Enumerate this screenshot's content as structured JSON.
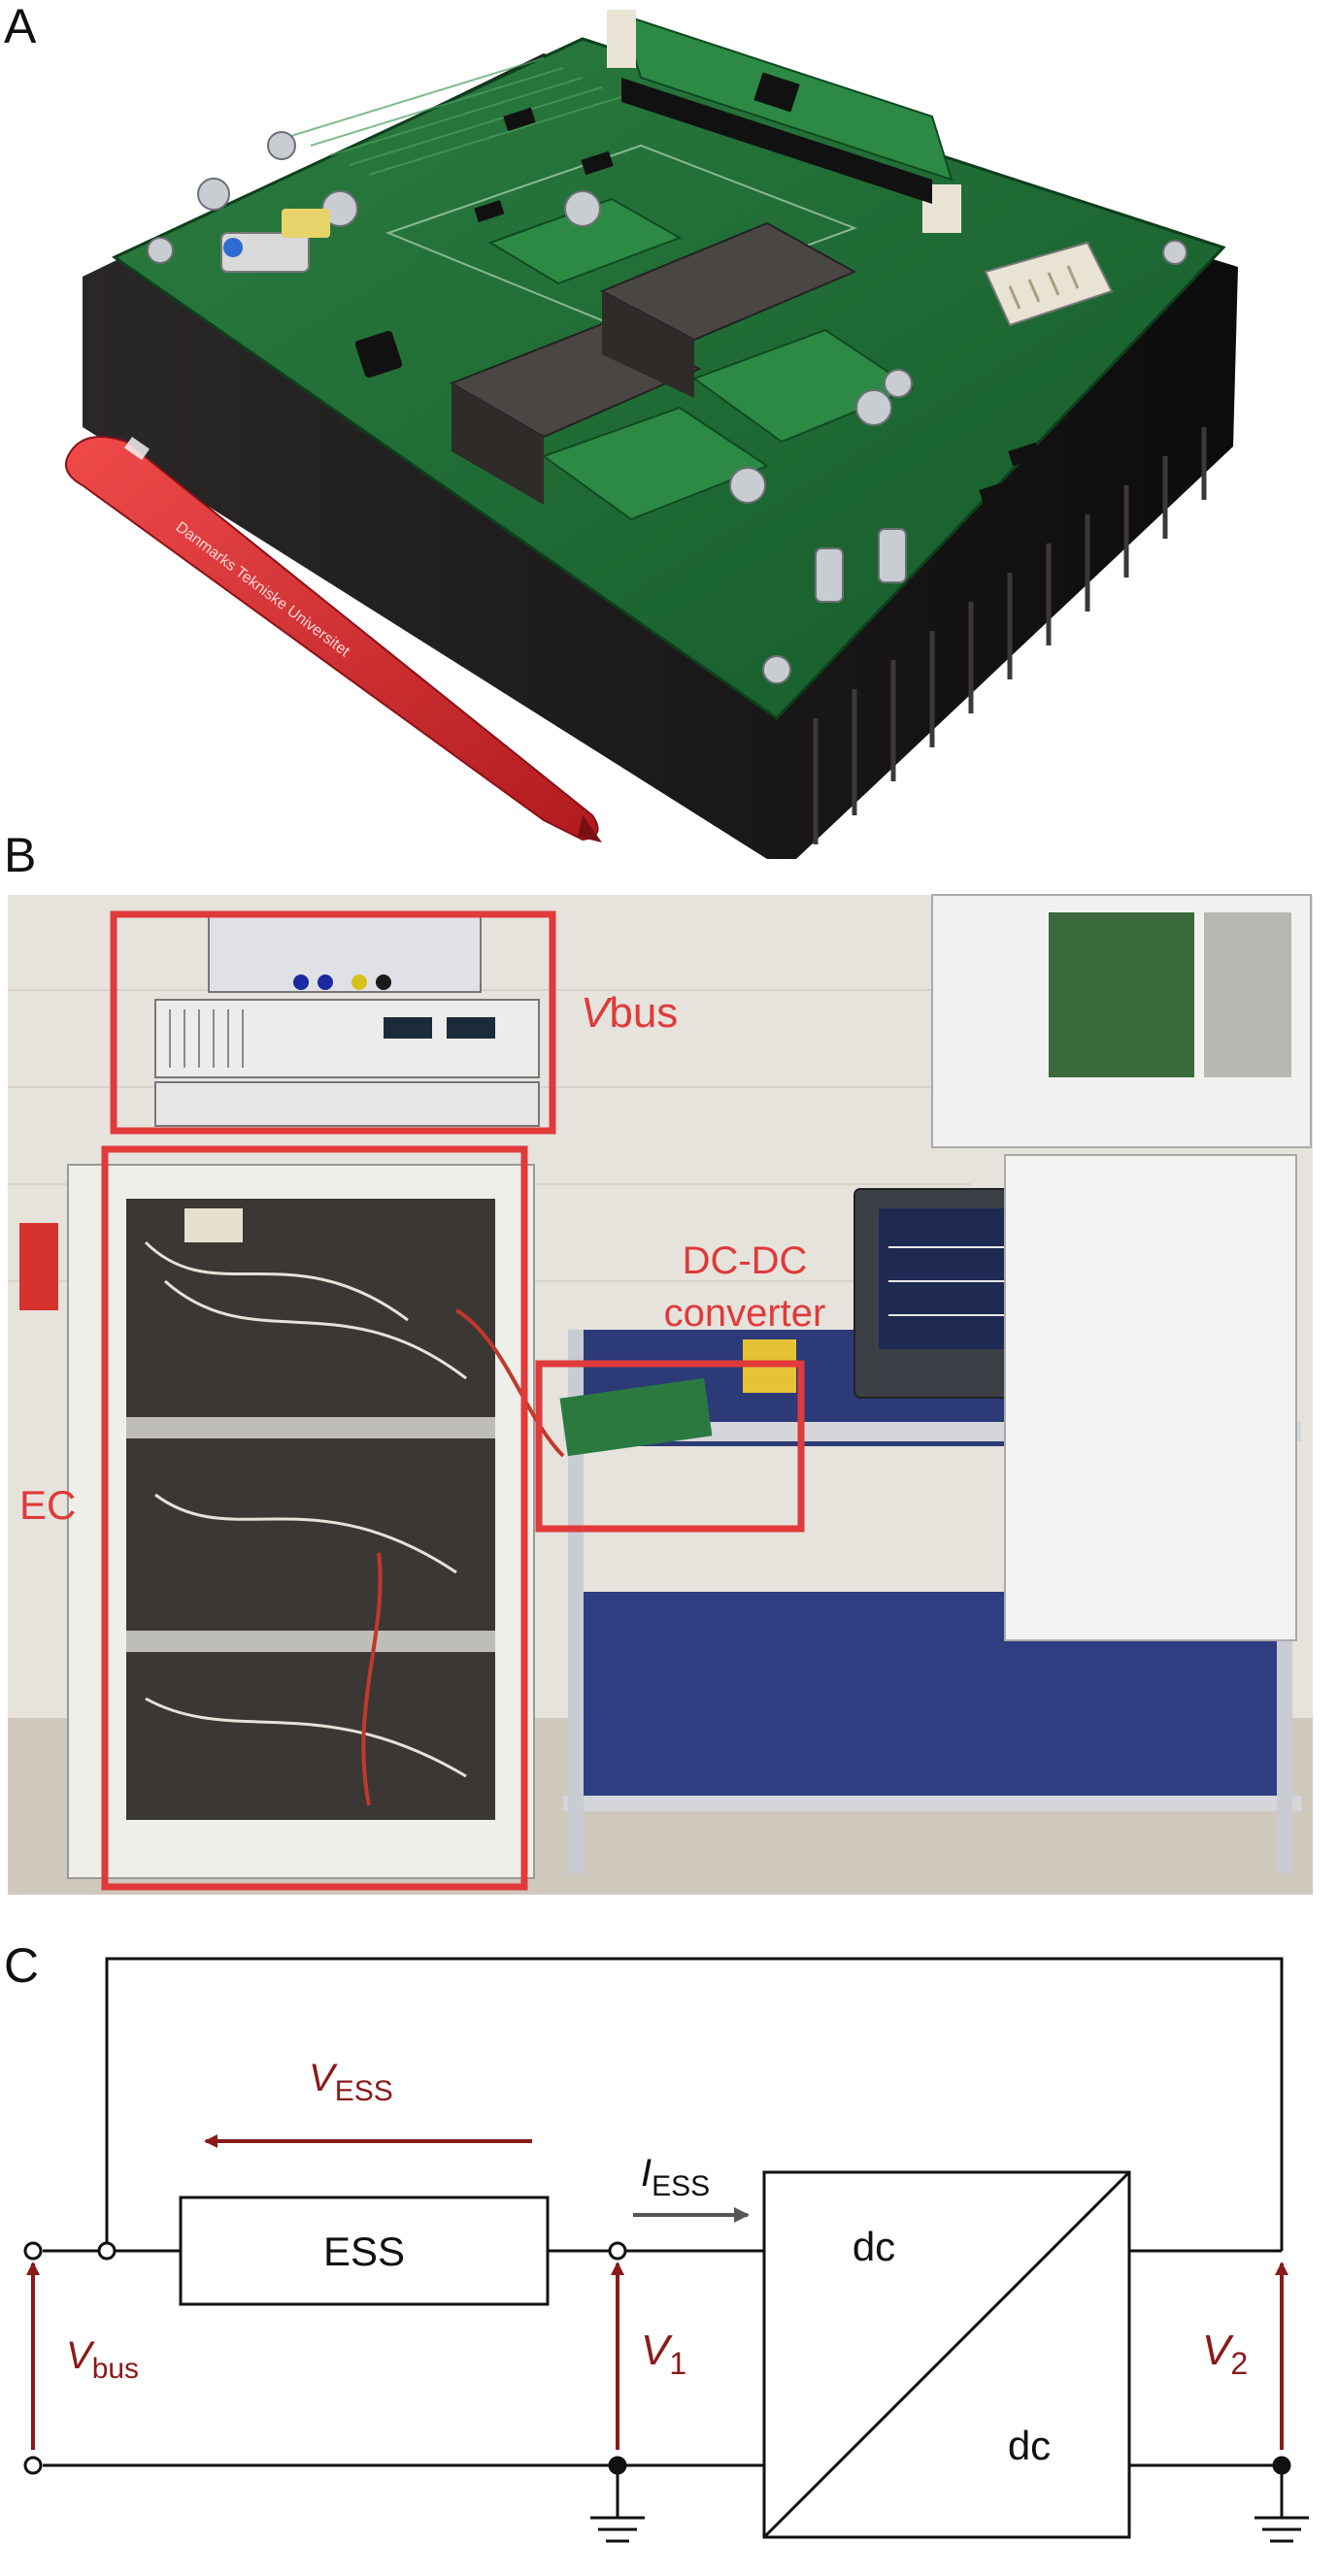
{
  "panels": {
    "a": {
      "letter": "A",
      "pen_text": "Danmarks Tekniske Universitet"
    },
    "b": {
      "letter": "B",
      "labels": {
        "vbus_italic": "V",
        "vbus_sub": "bus",
        "dcdc_line1": "DC-DC",
        "dcdc_line2": "converter",
        "ec": "EC"
      }
    },
    "c": {
      "letter": "C",
      "ess_box": "ESS",
      "dc_top": "dc",
      "dc_bottom": "dc",
      "v_ess": {
        "italic": "V",
        "sub": "ESS"
      },
      "i_ess": {
        "italic": "I",
        "sub": "ESS"
      },
      "v_bus": {
        "italic": "V",
        "sub": "bus"
      },
      "v1": {
        "italic": "V",
        "sub": "1"
      },
      "v2": {
        "italic": "V",
        "sub": "2"
      }
    }
  },
  "colors": {
    "annotation_red": "#e03a3a",
    "arrow_darkred": "#8b1a1a",
    "pcb_green": "#1f6b34",
    "heatsink": "#1a1818",
    "pen_red": "#d8262b"
  }
}
